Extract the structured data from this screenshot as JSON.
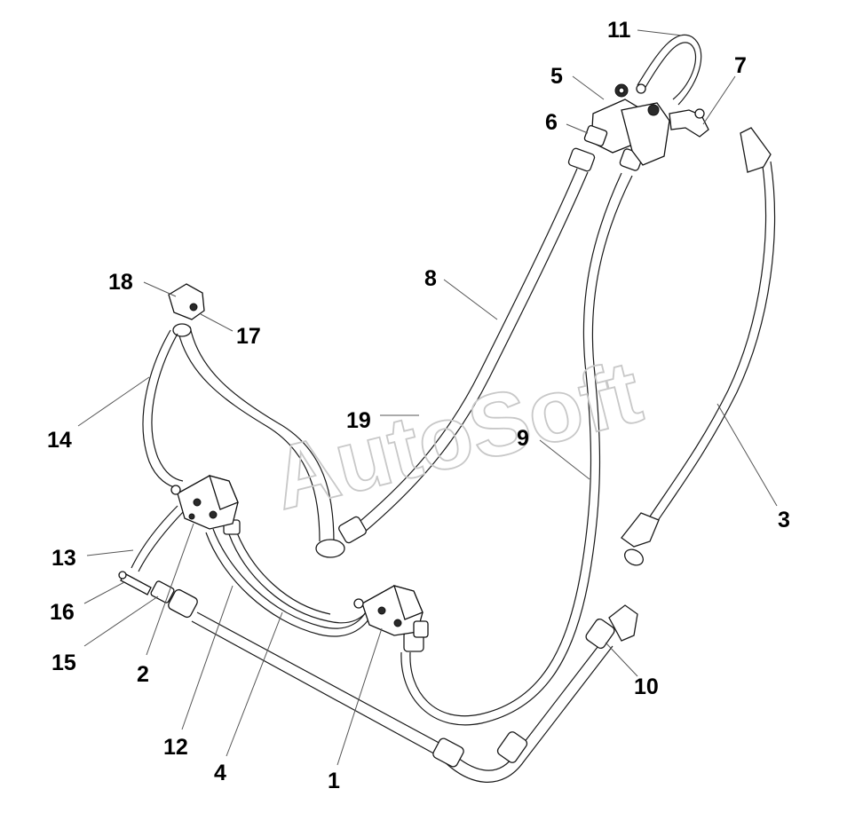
{
  "watermark": "AutoSoft",
  "callouts": [
    {
      "id": "c1",
      "label": "1"
    },
    {
      "id": "c2",
      "label": "2"
    },
    {
      "id": "c3",
      "label": "3"
    },
    {
      "id": "c4",
      "label": "4"
    },
    {
      "id": "c5",
      "label": "5"
    },
    {
      "id": "c6",
      "label": "6"
    },
    {
      "id": "c7",
      "label": "7"
    },
    {
      "id": "c8",
      "label": "8"
    },
    {
      "id": "c9",
      "label": "9"
    },
    {
      "id": "c10",
      "label": "10"
    },
    {
      "id": "c11",
      "label": "11"
    },
    {
      "id": "c12",
      "label": "12"
    },
    {
      "id": "c13",
      "label": "13"
    },
    {
      "id": "c14",
      "label": "14"
    },
    {
      "id": "c15",
      "label": "15"
    },
    {
      "id": "c16",
      "label": "16"
    },
    {
      "id": "c17",
      "label": "17"
    },
    {
      "id": "c18",
      "label": "18"
    },
    {
      "id": "c19",
      "label": "19"
    }
  ]
}
